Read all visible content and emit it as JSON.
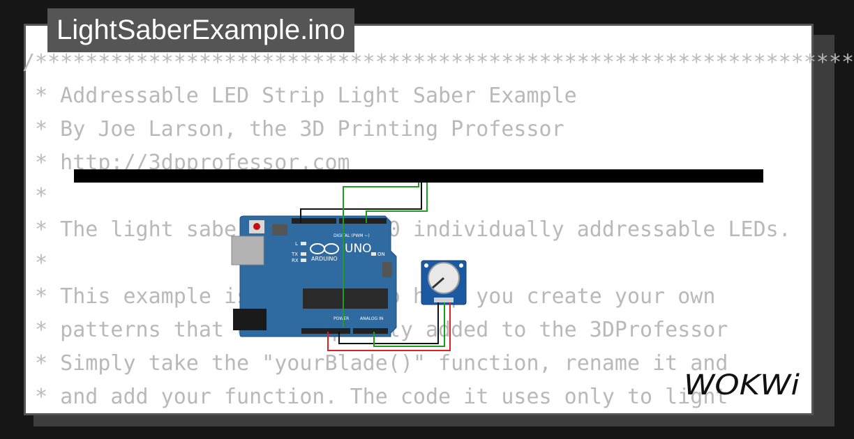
{
  "window": {
    "title": "LightSaberExample.ino"
  },
  "code": {
    "lines": [
      "/*****************************************************************",
      " * Addressable LED Strip Light Saber Example",
      " * By Joe Larson, the 3D Printing Professor",
      " * http://3dpprofessor.com",
      " *",
      " * The light saber blade is 50 individually addressable LEDs.",
      " *",
      " * This example is designed to help you create your own",
      " * patterns that can be quickly added to the 3DProfessor",
      " * Simply take the \"yourBlade()\" function, rename it and",
      " * and add your function. The code it uses only to light"
    ]
  },
  "board": {
    "name": "UNO",
    "brand": "ARDUINO",
    "digital_label": "DIGITAL (PWM ~)",
    "power_label": "POWER",
    "analog_label": "ANALOG IN",
    "on_label": "ON",
    "l_label": "L",
    "tx_label": "TX",
    "rx_label": "RX",
    "color": "#2f6aa1"
  },
  "module": {
    "color": "#1b5aa0"
  },
  "wires": {
    "black": "#111111",
    "green": "#1e9e1e",
    "red": "#e02020"
  },
  "brand": {
    "logo": "WOKWi"
  }
}
